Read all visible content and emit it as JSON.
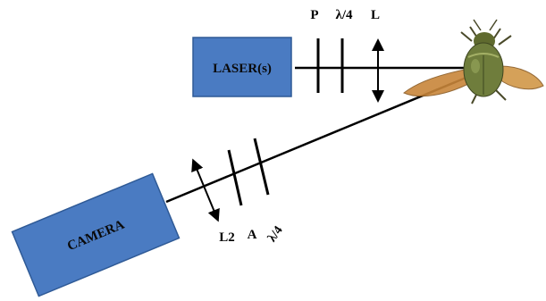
{
  "colors": {
    "box_fill": "#4a7bc2",
    "box_stroke": "#2f5a96",
    "beam": "#000000",
    "beetle_body": "#6f7d3c",
    "beetle_wing": "#c8863a"
  },
  "laser": {
    "label": "LASER(s)"
  },
  "camera": {
    "label": "CAMERA"
  },
  "laser_path_labels": {
    "polarizer": "P",
    "quarter_wave": "λ/4",
    "lens": "L"
  },
  "camera_path_labels": {
    "lens": "L2",
    "analyzer": "A",
    "quarter_wave": "λ/4"
  },
  "sample": {
    "icon": "beetle-icon"
  }
}
